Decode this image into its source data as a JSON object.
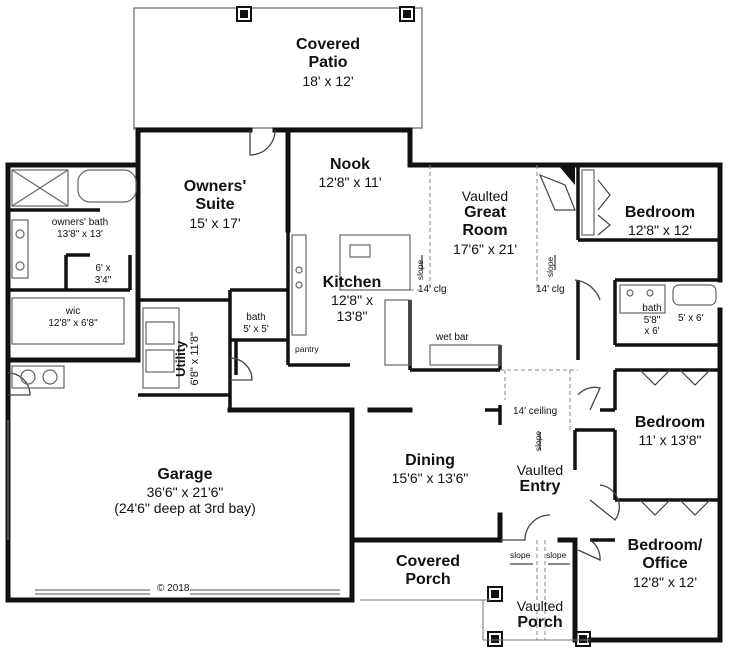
{
  "rooms": {
    "covered_patio": {
      "name_line1": "Covered",
      "name_line2": "Patio",
      "dims": "18' x 12'"
    },
    "owners_suite": {
      "name_line1": "Owners'",
      "name_line2": "Suite",
      "dims": "15' x 17'"
    },
    "nook": {
      "name": "Nook",
      "dims": "12'8\" x 11'"
    },
    "great_room": {
      "prefix": "Vaulted",
      "name_line1": "Great",
      "name_line2": "Room",
      "dims": "17'6\" x 21'"
    },
    "bedroom_1": {
      "name": "Bedroom",
      "dims": "12'8\" x 12'"
    },
    "owners_bath": {
      "name": "owners' bath",
      "dims": "13'8\" x 13'"
    },
    "closet_small": {
      "dims_line1": "6' x",
      "dims_line2": "3'4\""
    },
    "kitchen": {
      "name": "Kitchen",
      "dims_line1": "12'8\" x",
      "dims_line2": "13'8\""
    },
    "wic": {
      "name": "wic",
      "dims": "12'8\" x 6'8\""
    },
    "utility": {
      "name": "Utility",
      "dims": "6'8\" x 11'8\""
    },
    "bath_center": {
      "name": "bath",
      "dims": "5' x 5'"
    },
    "pantry": {
      "name": "pantry"
    },
    "wet_bar": {
      "name": "wet bar"
    },
    "bath_right": {
      "name": "bath",
      "dims_line1": "5'8\"",
      "dims_line2": "x 6'"
    },
    "closet_right": {
      "dims": "5' x 6'"
    },
    "bedroom_2": {
      "name": "Bedroom",
      "dims": "11' x 13'8\""
    },
    "garage": {
      "name": "Garage",
      "dims": "36'6\" x 21'6\"",
      "note": "(24'6\" deep at 3rd bay)"
    },
    "dining": {
      "name": "Dining",
      "dims": "15'6\" x 13'6\""
    },
    "entry": {
      "prefix": "Vaulted",
      "name": "Entry"
    },
    "bedroom_office": {
      "name_line1": "Bedroom/",
      "name_line2": "Office",
      "dims": "12'8\" x 12'"
    },
    "covered_porch": {
      "name_line1": "Covered",
      "name_line2": "Porch"
    },
    "vaulted_porch": {
      "name_line1": "Vaulted",
      "name_line2": "Porch"
    }
  },
  "notes": {
    "clg_left": "14' clg",
    "clg_right": "14' clg",
    "ceiling_center": "14' ceiling",
    "slope_label": "slope",
    "copyright": "© 2018"
  },
  "colors": {
    "wall": "#111111",
    "line": "#555555",
    "dash": "#777777",
    "fixture": "#666666"
  }
}
